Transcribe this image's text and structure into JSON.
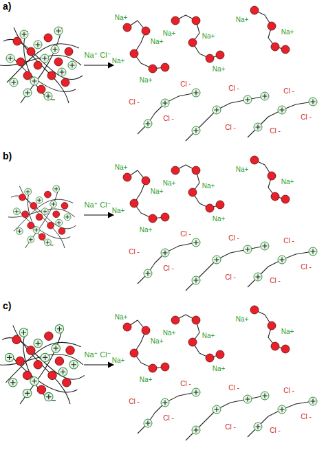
{
  "diagram": {
    "labels": [
      "a)",
      "Na⁺ Cl⁻",
      "Na+",
      "Na+",
      "Na+",
      "Na+",
      "Na+",
      "Na+",
      "Na+",
      "Na+",
      "Na+",
      "Cl -",
      "Cl -",
      "Cl -",
      "Cl -",
      "Cl -",
      "Cl -",
      "Cl -",
      "Cl -",
      "b)",
      "Na⁺ Cl⁻",
      "Na+",
      "Na+",
      "Na+",
      "Na+",
      "Na+",
      "Na+",
      "Na+",
      "Na+",
      "Na+",
      "Cl -",
      "Cl -",
      "Cl -",
      "Cl -",
      "Cl -",
      "Cl -",
      "Cl -",
      "Cl -",
      "c)",
      "Na⁺ Cl⁻",
      "Na+",
      "Na+",
      "Na+",
      "Na+",
      "Na+",
      "Na+",
      "Na+",
      "Na+",
      "Na+",
      "Cl -",
      "Cl -",
      "Cl -",
      "Cl -",
      "Cl -",
      "Cl -",
      "Cl -",
      "Cl -"
    ]
  }
}
